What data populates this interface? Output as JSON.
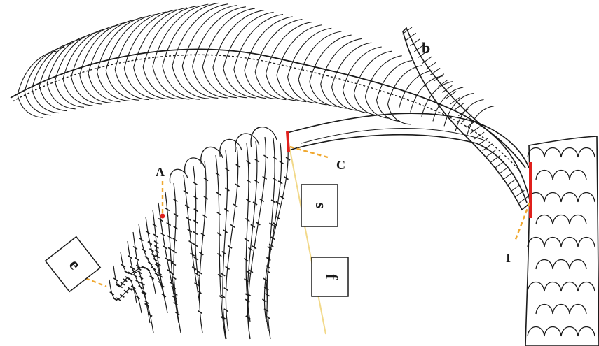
{
  "labels": {
    "A": "A",
    "b": "b",
    "C": "C",
    "I": "I",
    "s": "s",
    "f": "f",
    "e": "e"
  },
  "colors": {
    "ink": "#1a1a1a",
    "marker_red": "#e0201c",
    "leader_orange": "#f0a830",
    "measure_yellow": "#f2d98a"
  }
}
